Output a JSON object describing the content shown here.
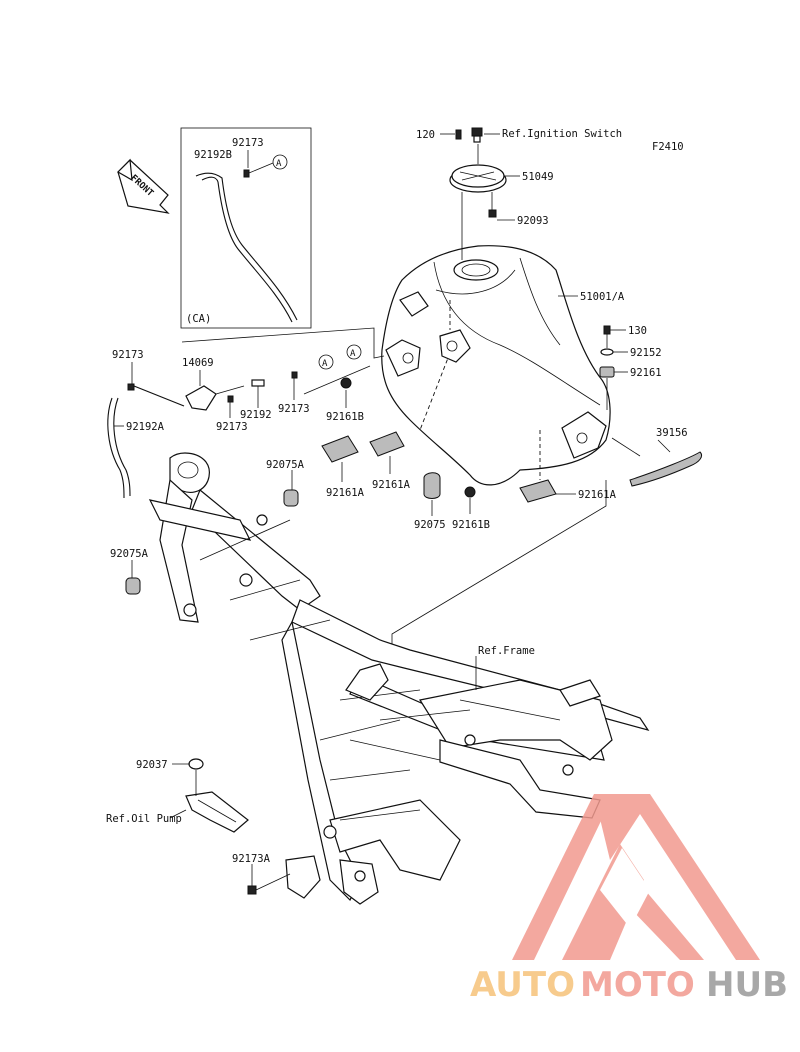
{
  "diagram": {
    "figure_code": "F2410",
    "front_label": "FRONT",
    "callouts": [
      {
        "id": "c-120",
        "text": "120"
      },
      {
        "id": "c-ref-ign",
        "text": "Ref.Ignition Switch"
      },
      {
        "id": "c-51049",
        "text": "51049"
      },
      {
        "id": "c-92093",
        "text": "92093"
      },
      {
        "id": "c-51001",
        "text": "51001/A"
      },
      {
        "id": "c-130",
        "text": "130"
      },
      {
        "id": "c-92152",
        "text": "92152"
      },
      {
        "id": "c-92161",
        "text": "92161"
      },
      {
        "id": "c-39156",
        "text": "39156"
      },
      {
        "id": "c-92161a-3",
        "text": "92161A"
      },
      {
        "id": "c-92161b-2",
        "text": "92161B"
      },
      {
        "id": "c-92075",
        "text": "92075"
      },
      {
        "id": "c-92161a-2",
        "text": "92161A"
      },
      {
        "id": "c-92161a-1",
        "text": "92161A"
      },
      {
        "id": "c-92161b-1",
        "text": "92161B"
      },
      {
        "id": "c-92173-box",
        "text": "92173"
      },
      {
        "id": "c-92192b",
        "text": "92192B"
      },
      {
        "id": "c-ca",
        "text": "(CA)"
      },
      {
        "id": "c-92173-l",
        "text": "92173"
      },
      {
        "id": "c-14069",
        "text": "14069"
      },
      {
        "id": "c-92192a",
        "text": "92192A"
      },
      {
        "id": "c-92173-a",
        "text": "92173"
      },
      {
        "id": "c-92192",
        "text": "92192"
      },
      {
        "id": "c-92173-b",
        "text": "92173"
      },
      {
        "id": "c-92075a-1",
        "text": "92075A"
      },
      {
        "id": "c-92075a-2",
        "text": "92075A"
      },
      {
        "id": "c-ref-frame",
        "text": "Ref.Frame"
      },
      {
        "id": "c-92037",
        "text": "92037"
      },
      {
        "id": "c-ref-oil",
        "text": "Ref.Oil Pump"
      },
      {
        "id": "c-92173a",
        "text": "92173A"
      }
    ],
    "ref_markers": [
      {
        "id": "m1",
        "text": "A"
      },
      {
        "id": "m2",
        "text": "A"
      },
      {
        "id": "m3",
        "text": "A"
      }
    ]
  },
  "watermark": {
    "word_part1": "AUTO",
    "word_part2": "MOTO",
    "word_part3": "HUB",
    "color_light": "#f6c27a",
    "color_red": "#f29a8f",
    "color_gray": "#9a9a9a"
  }
}
